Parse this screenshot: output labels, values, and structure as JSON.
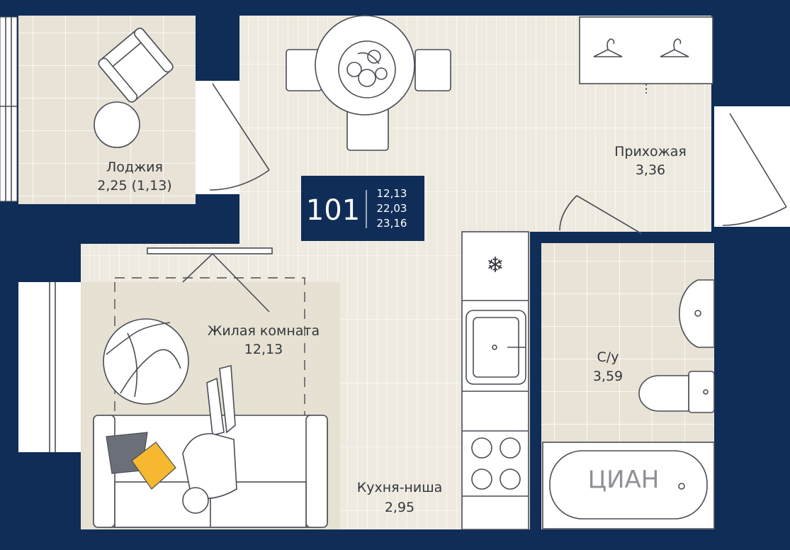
{
  "unit": {
    "number": "101",
    "areas": [
      "12,13",
      "22,03",
      "23,16"
    ]
  },
  "rooms": {
    "loggia": {
      "name": "Лоджия",
      "area": "2,25 (1,13)"
    },
    "hallway": {
      "name": "Прихожая",
      "area": "3,36"
    },
    "living": {
      "name": "Жилая комната",
      "area": "12,13"
    },
    "bathroom": {
      "name": "С/у",
      "area": "3,59"
    },
    "kitchen": {
      "name": "Кухня-ниша",
      "area": "2,95"
    }
  },
  "watermark": "ЦИАН",
  "colors": {
    "wall": "#0f2d57",
    "floor_main": "#eeeadf",
    "floor_tile": "#e8e3d6",
    "grid": "#ffffff",
    "sofa_accent": "#f5b82e",
    "pillow_grey": "#6a6f78"
  }
}
